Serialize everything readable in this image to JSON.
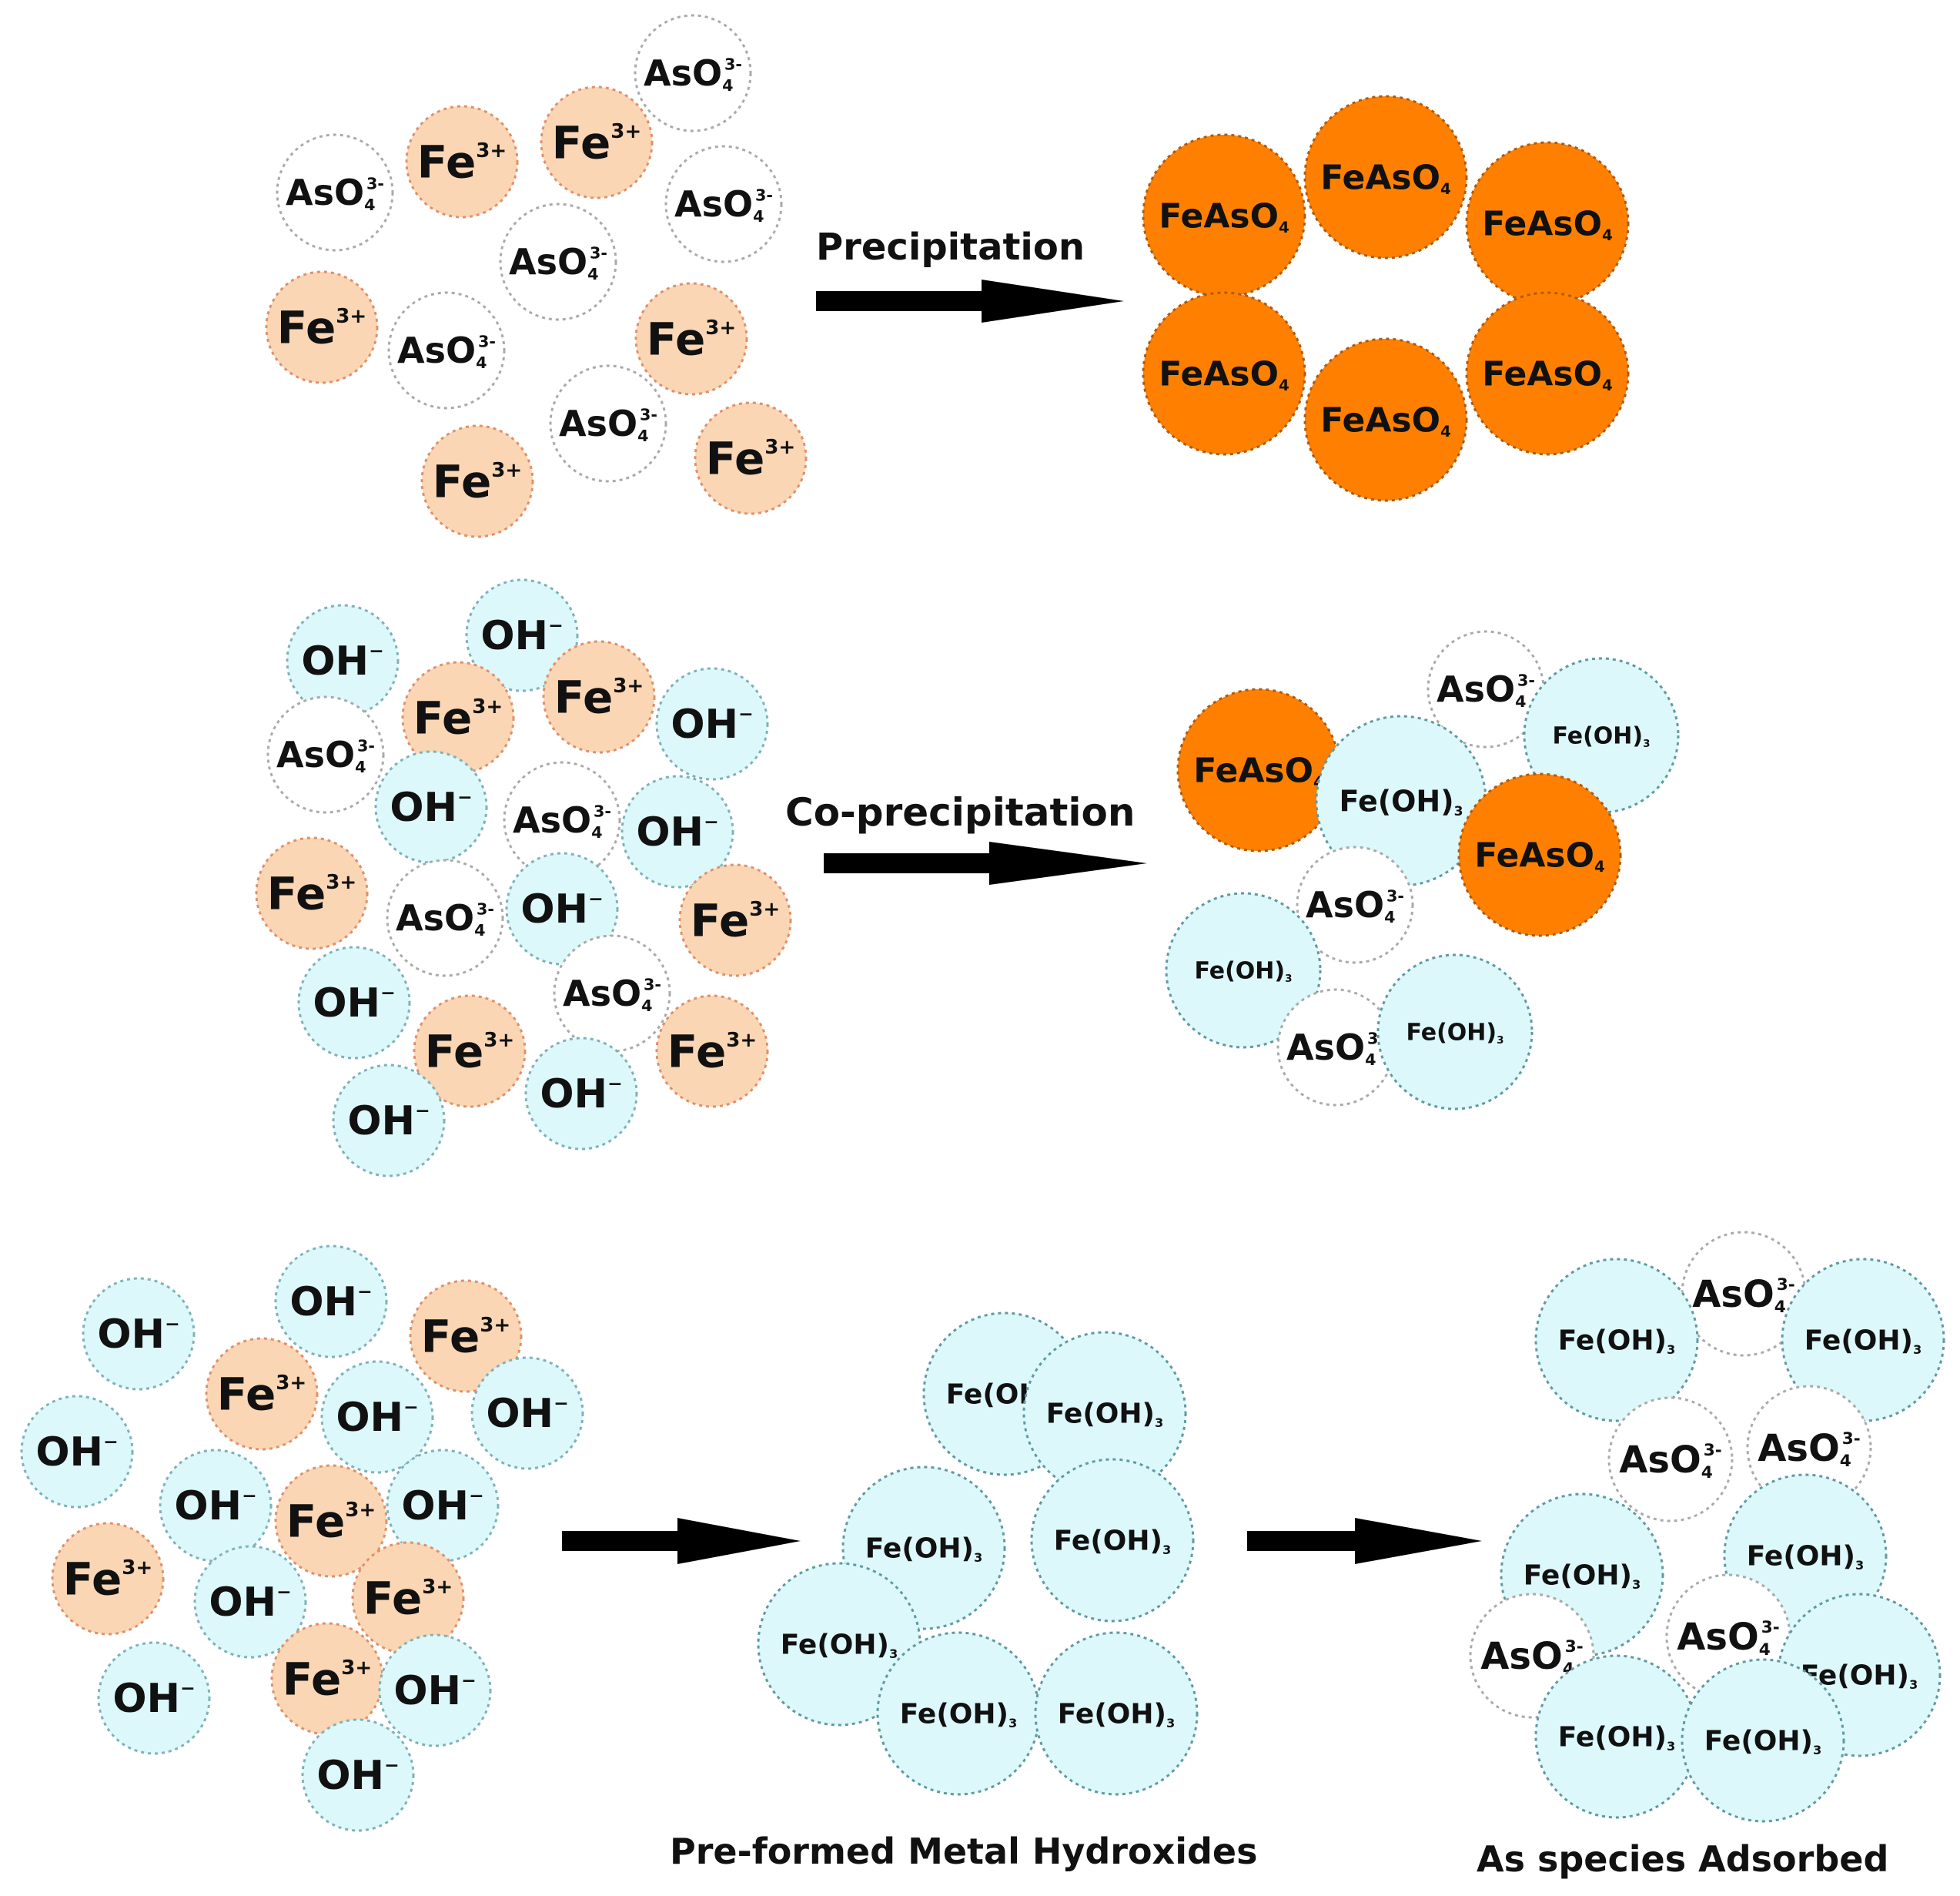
{
  "labels": {
    "precipitation": "Precipitation",
    "coprecipitation": "Co-precipitation",
    "preformed": "Pre-formed Metal Hydroxides",
    "adsorbed": "As species Adsorbed"
  },
  "species": {
    "fe": {
      "base": "Fe",
      "sup": "3+"
    },
    "aso4": {
      "base": "AsO",
      "sub": "4",
      "sup": "3-"
    },
    "oh": {
      "base": "OH",
      "sup": "−"
    },
    "feaso4": {
      "base": "FeAsO",
      "sub": "4"
    },
    "feoh3": {
      "base": "Fe(OH)",
      "sub": "3"
    }
  },
  "colors": {
    "fe_fill": "#fbd6b4",
    "fe_stroke": "#e0906a",
    "aso4_fill": "#ffffff",
    "aso4_stroke": "#aaaaaa",
    "oh_fill": "#dcf8fb",
    "oh_stroke": "#7fb2b8",
    "feaso4_fill": "#ff8000",
    "feaso4_stroke": "#b05a10",
    "feoh3_fill": "#dcf8fb",
    "feoh3_stroke": "#5f9aa0",
    "arrow": "#000000"
  }
}
